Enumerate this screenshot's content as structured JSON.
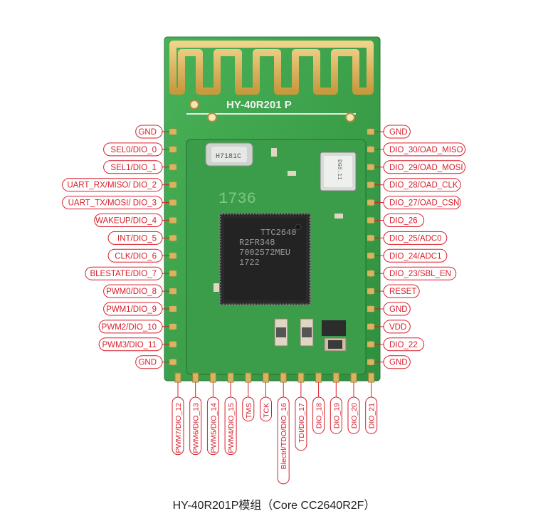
{
  "module": {
    "antenna_text": "HY-40R201  P",
    "chip_lines": [
      "TTC2640",
      "R2FR348",
      "7002572MEU",
      "1722"
    ],
    "crystal_small": "H7181C",
    "crystal_large": "DG8.11",
    "marking": "1736"
  },
  "pins": {
    "left": [
      "GND",
      "SEL0/DIO_0",
      "SEL1/DIO_1",
      "UART_RX/MISO/ DIO_2",
      "UART_TX/MOSI/ DIO_3",
      "WAKEUP/DIO_4",
      "INT/DIO_5",
      "CLK/DIO_6",
      "BLESTATE/DIO_7",
      "PWM0/DIO_8",
      "PWM1/DIO_9",
      "PWM2/DIO_10",
      "PWM3/DIO_11",
      "GND"
    ],
    "right": [
      "GND",
      "DIO_30/OAD_MISO",
      "DIO_29/OAD_MOSI",
      "DIO_28/OAD_CLK",
      "DIO_27/OAD_CSN",
      "DIO_26",
      "DIO_25/ADC0",
      "DIO_24/ADC1",
      "DIO_23/SBL_EN",
      "RESET",
      "GND",
      "VDD",
      "DIO_22",
      "GND"
    ],
    "bottom": [
      "PWM7/DIO_12",
      "PWM6/DIO_13",
      "PWM5/DIO_14",
      "PWM4/DIO_15",
      "TMS",
      "TCK",
      "Blectrl/TDO/DIO_16",
      "TDI/DIO_17",
      "DIO_18",
      "DIO_19",
      "DIO_20",
      "DIO_21"
    ]
  },
  "colors": {
    "pcb": "#3aa34a",
    "pcb_dark": "#2e8a3c",
    "gold": "#d8b15a",
    "label": "#d81e2a"
  },
  "caption": "HY-40R201P模组（Core CC2640R2F）"
}
